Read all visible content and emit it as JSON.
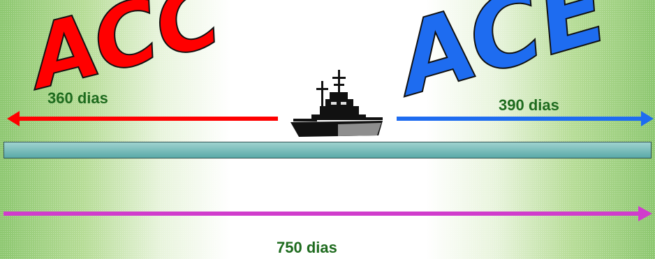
{
  "left_word": "ACC",
  "right_word": "ACE",
  "left_duration": "360 dias",
  "right_duration": "390 dias",
  "total_duration": "750 dias",
  "colors": {
    "left": "#ff0000",
    "right": "#1e6cf0",
    "total": "#d03ccc",
    "label_text": "#1e6b1e",
    "bar": "#5aa9a8",
    "ship": "#111111"
  },
  "icons": [
    "battleship-icon"
  ]
}
